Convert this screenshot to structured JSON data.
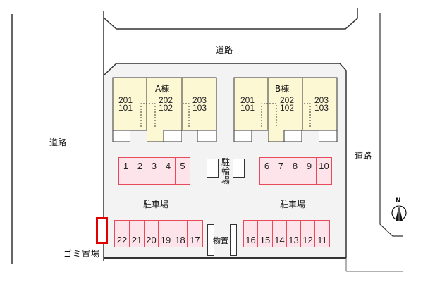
{
  "labels": {
    "road_top": "道路",
    "road_left": "道路",
    "road_right": "道路",
    "parking_left": "駐車場",
    "parking_right": "駐車場",
    "bicycle_parking": [
      "駐",
      "輪",
      "場"
    ],
    "storage": "物置",
    "garbage": "ゴミ置場",
    "north": "N"
  },
  "buildings": [
    {
      "name": "A棟",
      "units": [
        {
          "upper": "201",
          "lower": "101"
        },
        {
          "upper": "202",
          "lower": "102"
        },
        {
          "upper": "203",
          "lower": "103"
        }
      ]
    },
    {
      "name": "B棟",
      "units": [
        {
          "upper": "201",
          "lower": "101"
        },
        {
          "upper": "202",
          "lower": "102"
        },
        {
          "upper": "203",
          "lower": "103"
        }
      ]
    }
  ],
  "parking": {
    "top_left": [
      "1",
      "2",
      "3",
      "4",
      "5"
    ],
    "top_right": [
      "6",
      "7",
      "8",
      "9",
      "10"
    ],
    "bottom_left": [
      "22",
      "21",
      "20",
      "19",
      "18",
      "17"
    ],
    "bottom_right": [
      "16",
      "15",
      "14",
      "13",
      "12",
      "11"
    ]
  },
  "colors": {
    "building_fill": "#fdf8d4",
    "stall_fill": "#fde4ea",
    "stall_border": "#e84a5a",
    "lot_fill": "#f3f3f3",
    "garbage_border": "#e00000"
  }
}
